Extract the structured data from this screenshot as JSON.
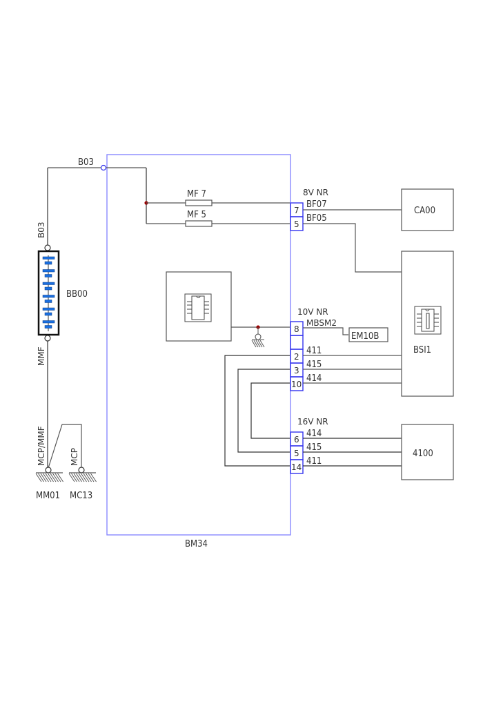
{
  "diagram": {
    "main_module": {
      "label": "BM34",
      "color": "#8888ff"
    },
    "input_connector": {
      "label": "B03"
    },
    "battery": {
      "label": "BB00",
      "wire_top_label": "B03",
      "wire_bottom_label": "MMF",
      "cell_color": "#1a6fe0"
    },
    "grounds": [
      {
        "label": "MM01",
        "wire_label": "MCP/MMF"
      },
      {
        "label": "MC13",
        "wire_label": "MCP"
      }
    ],
    "fuses": [
      {
        "label": "MF 7"
      },
      {
        "label": "MF 5"
      }
    ],
    "connectors": [
      {
        "label": "8V  NR",
        "pins": [
          {
            "pin": "7",
            "wire": "BF07"
          },
          {
            "pin": "5",
            "wire": "BF05"
          }
        ]
      },
      {
        "label": "10V  NR",
        "pins": [
          {
            "pin": "8",
            "wire": "MBSM2"
          },
          {
            "pin": "",
            "wire": ""
          },
          {
            "pin": "2",
            "wire": "411"
          },
          {
            "pin": "3",
            "wire": "415"
          },
          {
            "pin": "10",
            "wire": "414"
          }
        ]
      },
      {
        "label": "16V  NR",
        "pins": [
          {
            "pin": "6",
            "wire": "414"
          },
          {
            "pin": "5",
            "wire": "415"
          },
          {
            "pin": "14",
            "wire": "411"
          }
        ]
      }
    ],
    "components": [
      {
        "label": "CA00"
      },
      {
        "label": "BSI1"
      },
      {
        "label": "4100"
      },
      {
        "label": "EM10B"
      }
    ],
    "junction_color": "#990000",
    "pin_color": "#3333ee"
  }
}
